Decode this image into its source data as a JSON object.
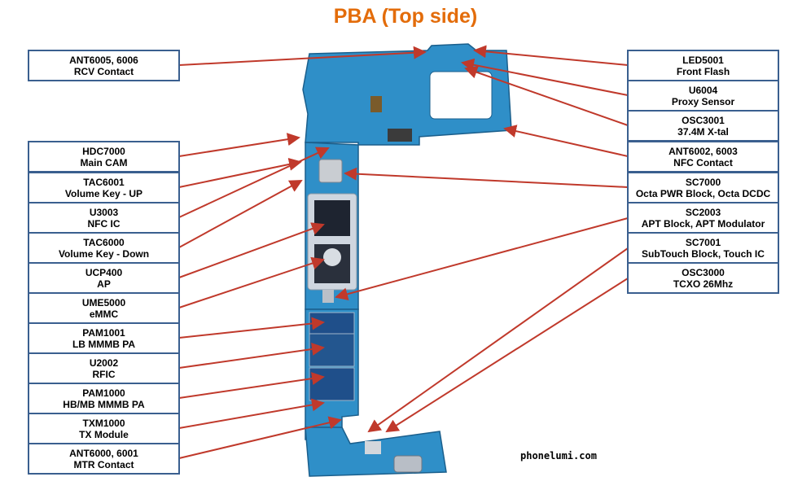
{
  "title": "PBA (Top side)",
  "watermark": "phonelumi.com",
  "colors": {
    "title": "#e36c0a",
    "box_border": "#3a5f8f",
    "arrow": "#c0392b",
    "board": "#2f8fc8"
  },
  "left_labels": [
    {
      "line1": "ANT6005,  6006",
      "line2": "RCV Contact"
    },
    {
      "line1": "HDC7000",
      "line2": "Main CAM"
    },
    {
      "line1": "TAC6001",
      "line2": "Volume Key - UP"
    },
    {
      "line1": "U3003",
      "line2": "NFC IC"
    },
    {
      "line1": "TAC6000",
      "line2": "Volume Key - Down"
    },
    {
      "line1": "UCP400",
      "line2": "AP"
    },
    {
      "line1": "UME5000",
      "line2": "eMMC"
    },
    {
      "line1": "PAM1001",
      "line2": "LB MMMB PA"
    },
    {
      "line1": "U2002",
      "line2": "RFIC"
    },
    {
      "line1": "PAM1000",
      "line2": "HB/MB  MMMB PA"
    },
    {
      "line1": "TXM1000",
      "line2": "TX Module"
    },
    {
      "line1": "ANT6000,  6001",
      "line2": "MTR Contact"
    }
  ],
  "right_labels": [
    {
      "line1": "LED5001",
      "line2": "Front Flash"
    },
    {
      "line1": "U6004",
      "line2": "Proxy Sensor"
    },
    {
      "line1": "OSC3001",
      "line2": "37.4M X-tal"
    },
    {
      "line1": "ANT6002,  6003",
      "line2": "NFC Contact"
    },
    {
      "line1": "SC7000",
      "line2": "Octa PWR Block, Octa DCDC"
    },
    {
      "line1": "SC2003",
      "line2": "APT Block, APT Modulator"
    },
    {
      "line1": "SC7001",
      "line2": "SubTouch Block, Touch IC"
    },
    {
      "line1": "OSC3000",
      "line2": "TCXO 26Mhz"
    }
  ]
}
